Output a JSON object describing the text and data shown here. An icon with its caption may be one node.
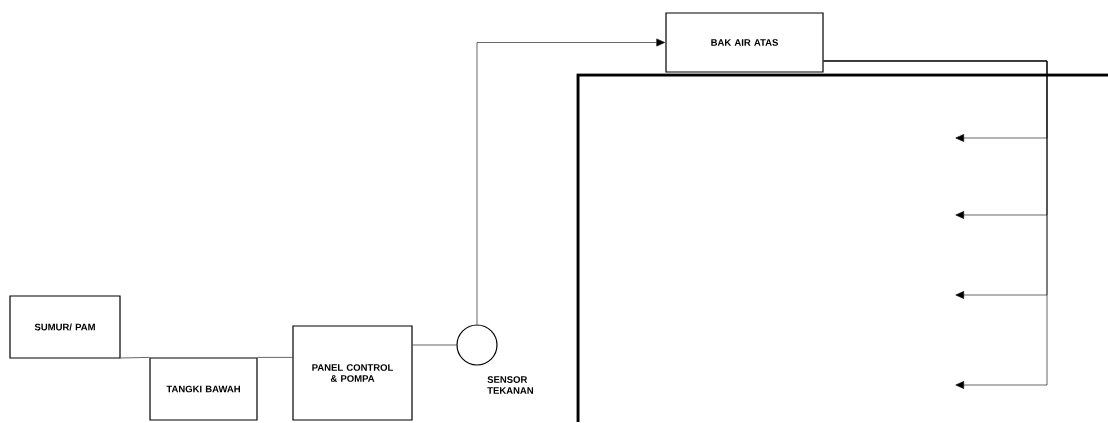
{
  "diagram": {
    "nodes": [
      {
        "text": [
          "SUMUR/ PAM"
        ]
      },
      {
        "text": [
          "TANGKI BAWAH"
        ]
      },
      {
        "text": [
          "PANEL CONTROL & POMPA"
        ]
      },
      {
        "text": [],
        "shape": "circle",
        "beside": [
          "SENSOR TEKANAN"
        ]
      },
      {
        "text": [
          "BAK AIR ATAS"
        ]
      }
    ],
    "edges": [
      {
        "from": 0,
        "to": 1,
        "arrow": "none"
      },
      {
        "from": 1,
        "to": 2,
        "arrow": "none"
      },
      {
        "from": 2,
        "to": 3,
        "arrow": "none"
      },
      {
        "from": 3,
        "to": 4,
        "arrow": "to"
      },
      {
        "from": 4,
        "to": null,
        "arrow": "to"
      },
      {
        "from": 4,
        "to": null,
        "arrow": "to"
      },
      {
        "from": 4,
        "to": null,
        "arrow": "to"
      },
      {
        "from": 4,
        "to": null,
        "arrow": "to"
      }
    ]
  }
}
